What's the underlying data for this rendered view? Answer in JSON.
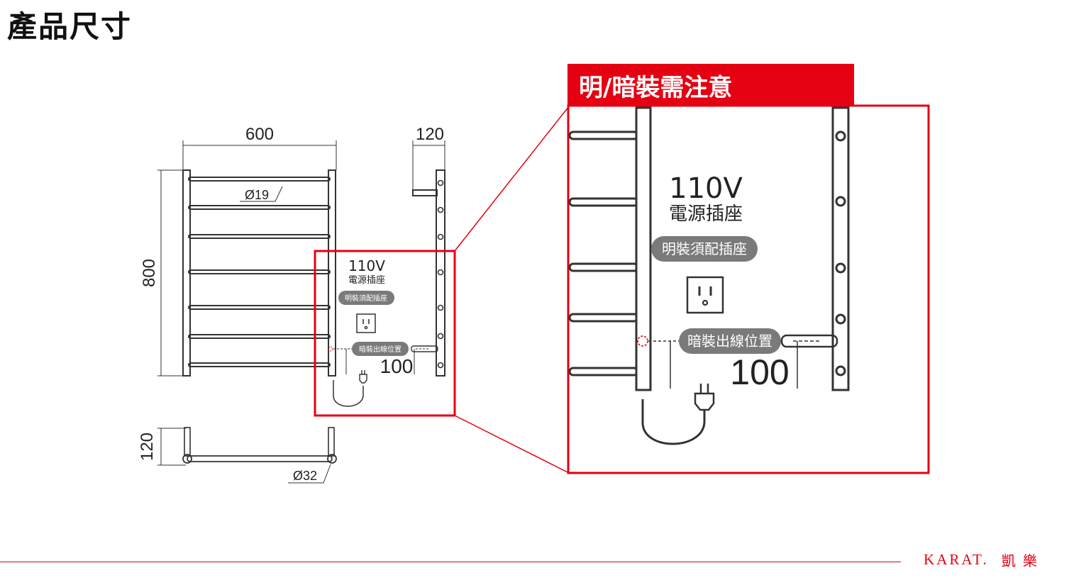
{
  "page": {
    "title": "產品尺寸"
  },
  "main_diagram": {
    "width_label": "600",
    "height_label": "800",
    "side_depth_label": "120",
    "bar_diameter_label": "Ø19",
    "bottom_depth_label": "120",
    "bottom_diameter_label": "Ø32",
    "voltage_label": "110V",
    "socket_label": "電源插座",
    "surface_mount_note": "明裝須配插座",
    "concealed_outlet_note": "暗裝出線位置",
    "offset_label": "100"
  },
  "zoom_panel": {
    "header": "明/暗裝需注意",
    "voltage_label": "110V",
    "socket_label": "電源插座",
    "surface_mount_note": "明裝須配插座",
    "concealed_outlet_note": "暗裝出線位置",
    "offset_label": "100"
  },
  "footer": {
    "brand_latin": "KARAT.",
    "brand_cjk": "凱樂"
  },
  "colors": {
    "accent_red": "#e50012",
    "line": "#333333",
    "pill_gray": "#7a7a7a"
  }
}
